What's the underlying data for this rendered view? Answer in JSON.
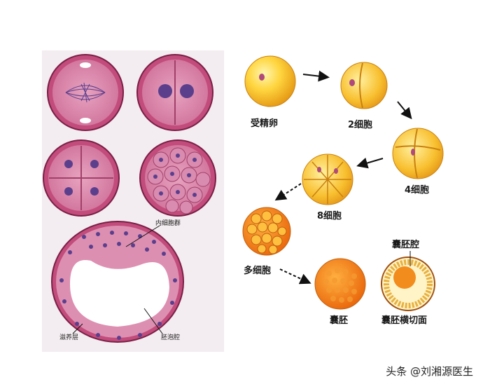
{
  "left_panel": {
    "labels": {
      "inner_cell_mass": "内细胞群",
      "trophoblast": "滋养层",
      "blastocoel": "胚泡腔"
    },
    "colors": {
      "panel_bg": "#f2ebef",
      "cell_fill": "#d97ba3",
      "cell_stroke": "#8a2e55",
      "nucleus": "#5b3f8c"
    }
  },
  "right_panel": {
    "stages": {
      "fertilized_egg": "受精卵",
      "two_cell": "2细胞",
      "four_cell": "4细胞",
      "eight_cell": "8细胞",
      "morula": "多细胞",
      "blastocyst": "囊胚",
      "blastocyst_cross_section": "囊胚横切面",
      "blastocoel": "囊胚腔"
    },
    "colors": {
      "egg_light": "#ffe066",
      "egg_dark": "#e8a010",
      "blastocyst": "#f07a10"
    }
  },
  "watermark": "头条 @刘湘源医生"
}
